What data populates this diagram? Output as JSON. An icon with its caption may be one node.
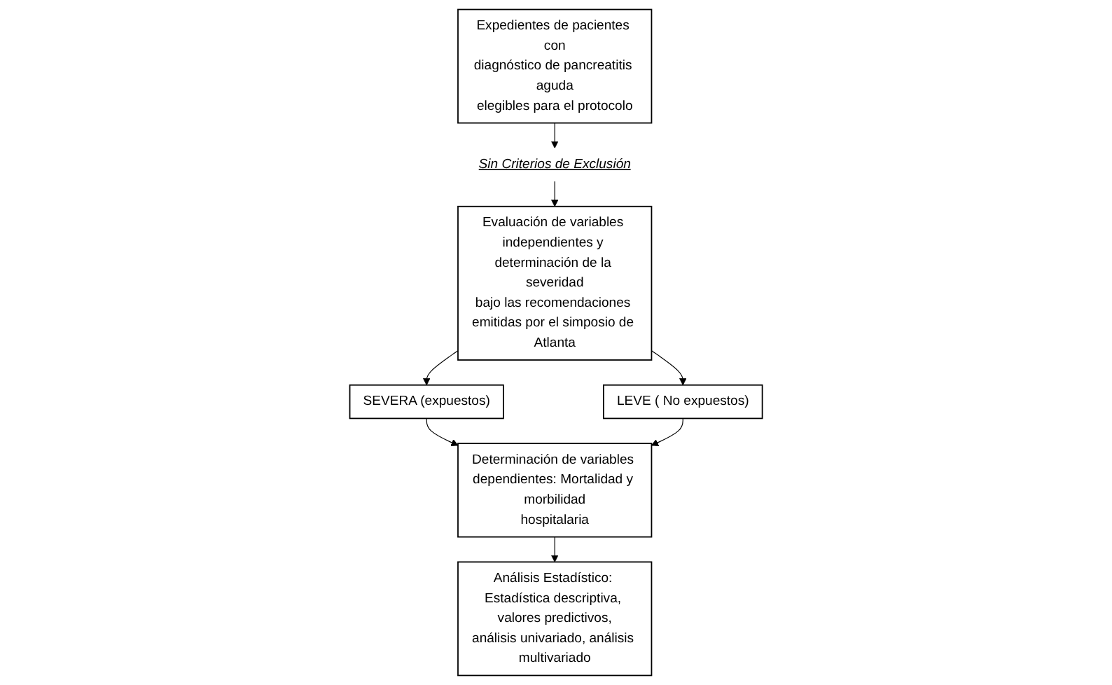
{
  "diagram": {
    "nodes": [
      {
        "text": [
          "Expedientes de pacientes con diagnóstico de pancreatitis aguda elegibles para el protocolo"
        ]
      },
      {
        "text": [
          "Sin Criterios de Exclusión"
        ]
      },
      {
        "text": [
          "Evaluación de variables independientes y determinación de la severidad bajo las recomendaciones emitidas por el simposio de Atlanta"
        ]
      },
      {
        "text": [
          "SEVERA (expuestos)"
        ]
      },
      {
        "text": [
          "LEVE ( No expuestos)"
        ]
      },
      {
        "text": [
          "Determinación de variables dependientes: Mortalidad y morbilidad hospitalaria"
        ]
      },
      {
        "text": [
          "Análisis Estadístico: Estadística descriptiva, valores predictivos, análisis univariado, análisis multivariado"
        ]
      }
    ],
    "edges": [
      {
        "from": 0,
        "to": 1,
        "arrow": "to"
      },
      {
        "from": 1,
        "to": 2,
        "arrow": "to"
      },
      {
        "from": 2,
        "to": 3,
        "arrow": "to"
      },
      {
        "from": 2,
        "to": 4,
        "arrow": "to"
      },
      {
        "from": 3,
        "to": 5,
        "arrow": "to"
      },
      {
        "from": 4,
        "to": 5,
        "arrow": "to"
      },
      {
        "from": 5,
        "to": 6,
        "arrow": "to"
      }
    ]
  }
}
